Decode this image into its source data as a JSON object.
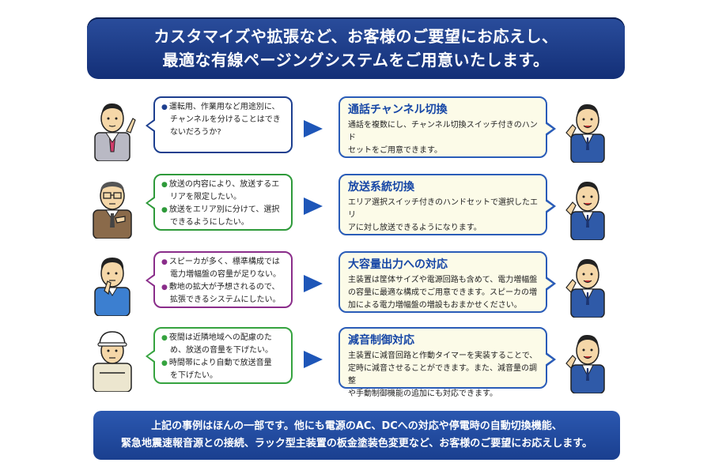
{
  "header": {
    "line1": "カスタマイズや拡張など、お客様のご要望にお応えし、",
    "line2": "最適な有線ページングシステムをご用意いたします。"
  },
  "rows": [
    {
      "bubble_color": "#1d3f8f",
      "question": [
        "運転用、作業用など用途別に、",
        "チャンネルを分けることはでき",
        "ないだろうか?"
      ],
      "answer_title": "通話チャンネル切換",
      "answer_text": [
        "通話を複数にし、チャンネル切換スイッチ付きのハンド",
        "セットをご用意できます。"
      ]
    },
    {
      "bubble_color": "#2e9a3a",
      "question": [
        "放送の内容により、放送するエ",
        "リアを限定したい。",
        "放送をエリア別に分けて、選択",
        "できるようにしたい。"
      ],
      "answer_title": "放送系統切換",
      "answer_text": [
        "エリア選択スイッチ付きのハンドセットで選択したエリ",
        "アに対し放送できるようになります。"
      ]
    },
    {
      "bubble_color": "#8a2d8a",
      "question": [
        "スピーカが多く、標準構成では",
        "電力増幅盤の容量が足りない。",
        "敷地の拡大が予想されるので、",
        "拡張できるシステムにしたい。"
      ],
      "answer_title": "大容量出力への対応",
      "answer_text": [
        "主装置は筐体サイズや電源回路も含めて、電力増幅盤",
        "の容量に最適な構成でご用意できます。スピーカの増",
        "加による電力増幅盤の増設もおまかせください。"
      ]
    },
    {
      "bubble_color": "#35a33f",
      "question": [
        "夜間は近隣地域への配慮のた",
        "め、放送の音量を下げたい。",
        "時間帯により自動で放送音量",
        "を下げたい。"
      ],
      "answer_title": "減音制御対応",
      "answer_text": [
        "主装置に減音回路と作動タイマーを実装することで、",
        "定時に減音させることができます。また、減音量の調整",
        "や手動制御機能の追加にも対応できます。"
      ]
    }
  ],
  "footer": {
    "line1": "上記の事例はほんの一部です。他にも電源のAC、DCへの対応や停電時の自動切換機能、",
    "line2": "緊急地震速報音源との接続、ラック型主装置の板金塗装色変更など、お客様のご要望にお応えします。"
  }
}
